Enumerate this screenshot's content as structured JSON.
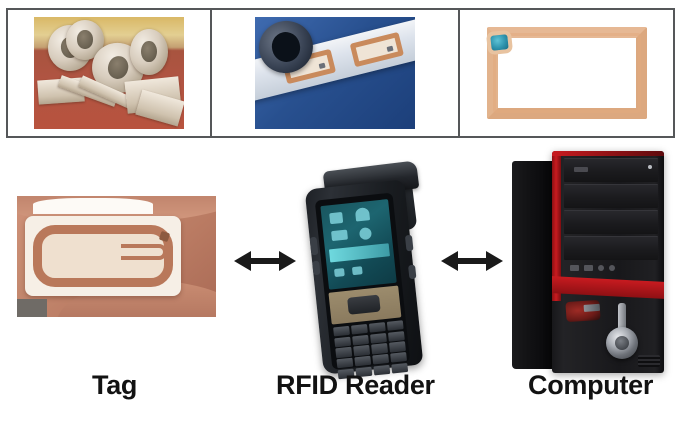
{
  "diagram": {
    "title_absent": true,
    "background_color": "#ffffff",
    "frame_border_color": "#555759"
  },
  "top_panels": [
    {
      "id": "panel-tag-label-reels",
      "caption": "",
      "description": "Rolls and strips of RFID tag labels on a red surface",
      "colors": {
        "backdrop": "#b8533e",
        "highlight": "#d9b866",
        "material": "#d8cdbe"
      }
    },
    {
      "id": "panel-rfid-inlay-tape",
      "caption": "",
      "description": "RFID inlay tape roll with rectangular copper antennas on blue background",
      "colors": {
        "backdrop": "#28508f",
        "tape": "#dde3ec",
        "antenna": "#c98a5c"
      }
    },
    {
      "id": "panel-antenna-coil",
      "caption": "",
      "description": "Rectangular copper RFID antenna loop with blue chip at upper-left",
      "colors": {
        "backdrop": "#ffffff",
        "antenna": "#e0ac84",
        "chip": "#2e93ad"
      }
    }
  ],
  "flow": {
    "nodes": [
      {
        "id": "tag",
        "label": "Tag",
        "image": "rfid-inlay-held-in-fingers",
        "colors": {
          "skin": "#c58a70",
          "substrate": "#f6efe6",
          "antenna": "#b9785a"
        }
      },
      {
        "id": "rfid-reader",
        "label": "RFID Reader",
        "image": "handheld-rfid-reader-pda",
        "colors": {
          "body": "#1d2025",
          "screen": "#1d6570",
          "keypad_panel": "#9c8c6d"
        }
      },
      {
        "id": "computer",
        "label": "Computer",
        "image": "desktop-pc-tower",
        "colors": {
          "case": "#18181b",
          "accent": "#c81b20",
          "power_button": "#a9adb4"
        }
      }
    ],
    "connectors": [
      {
        "id": "tag-to-reader",
        "from": "tag",
        "to": "rfid-reader",
        "style": "double-headed-arrow",
        "color": "#1a1a1a"
      },
      {
        "id": "reader-to-computer",
        "from": "rfid-reader",
        "to": "computer",
        "style": "double-headed-arrow",
        "color": "#1a1a1a"
      }
    ]
  }
}
